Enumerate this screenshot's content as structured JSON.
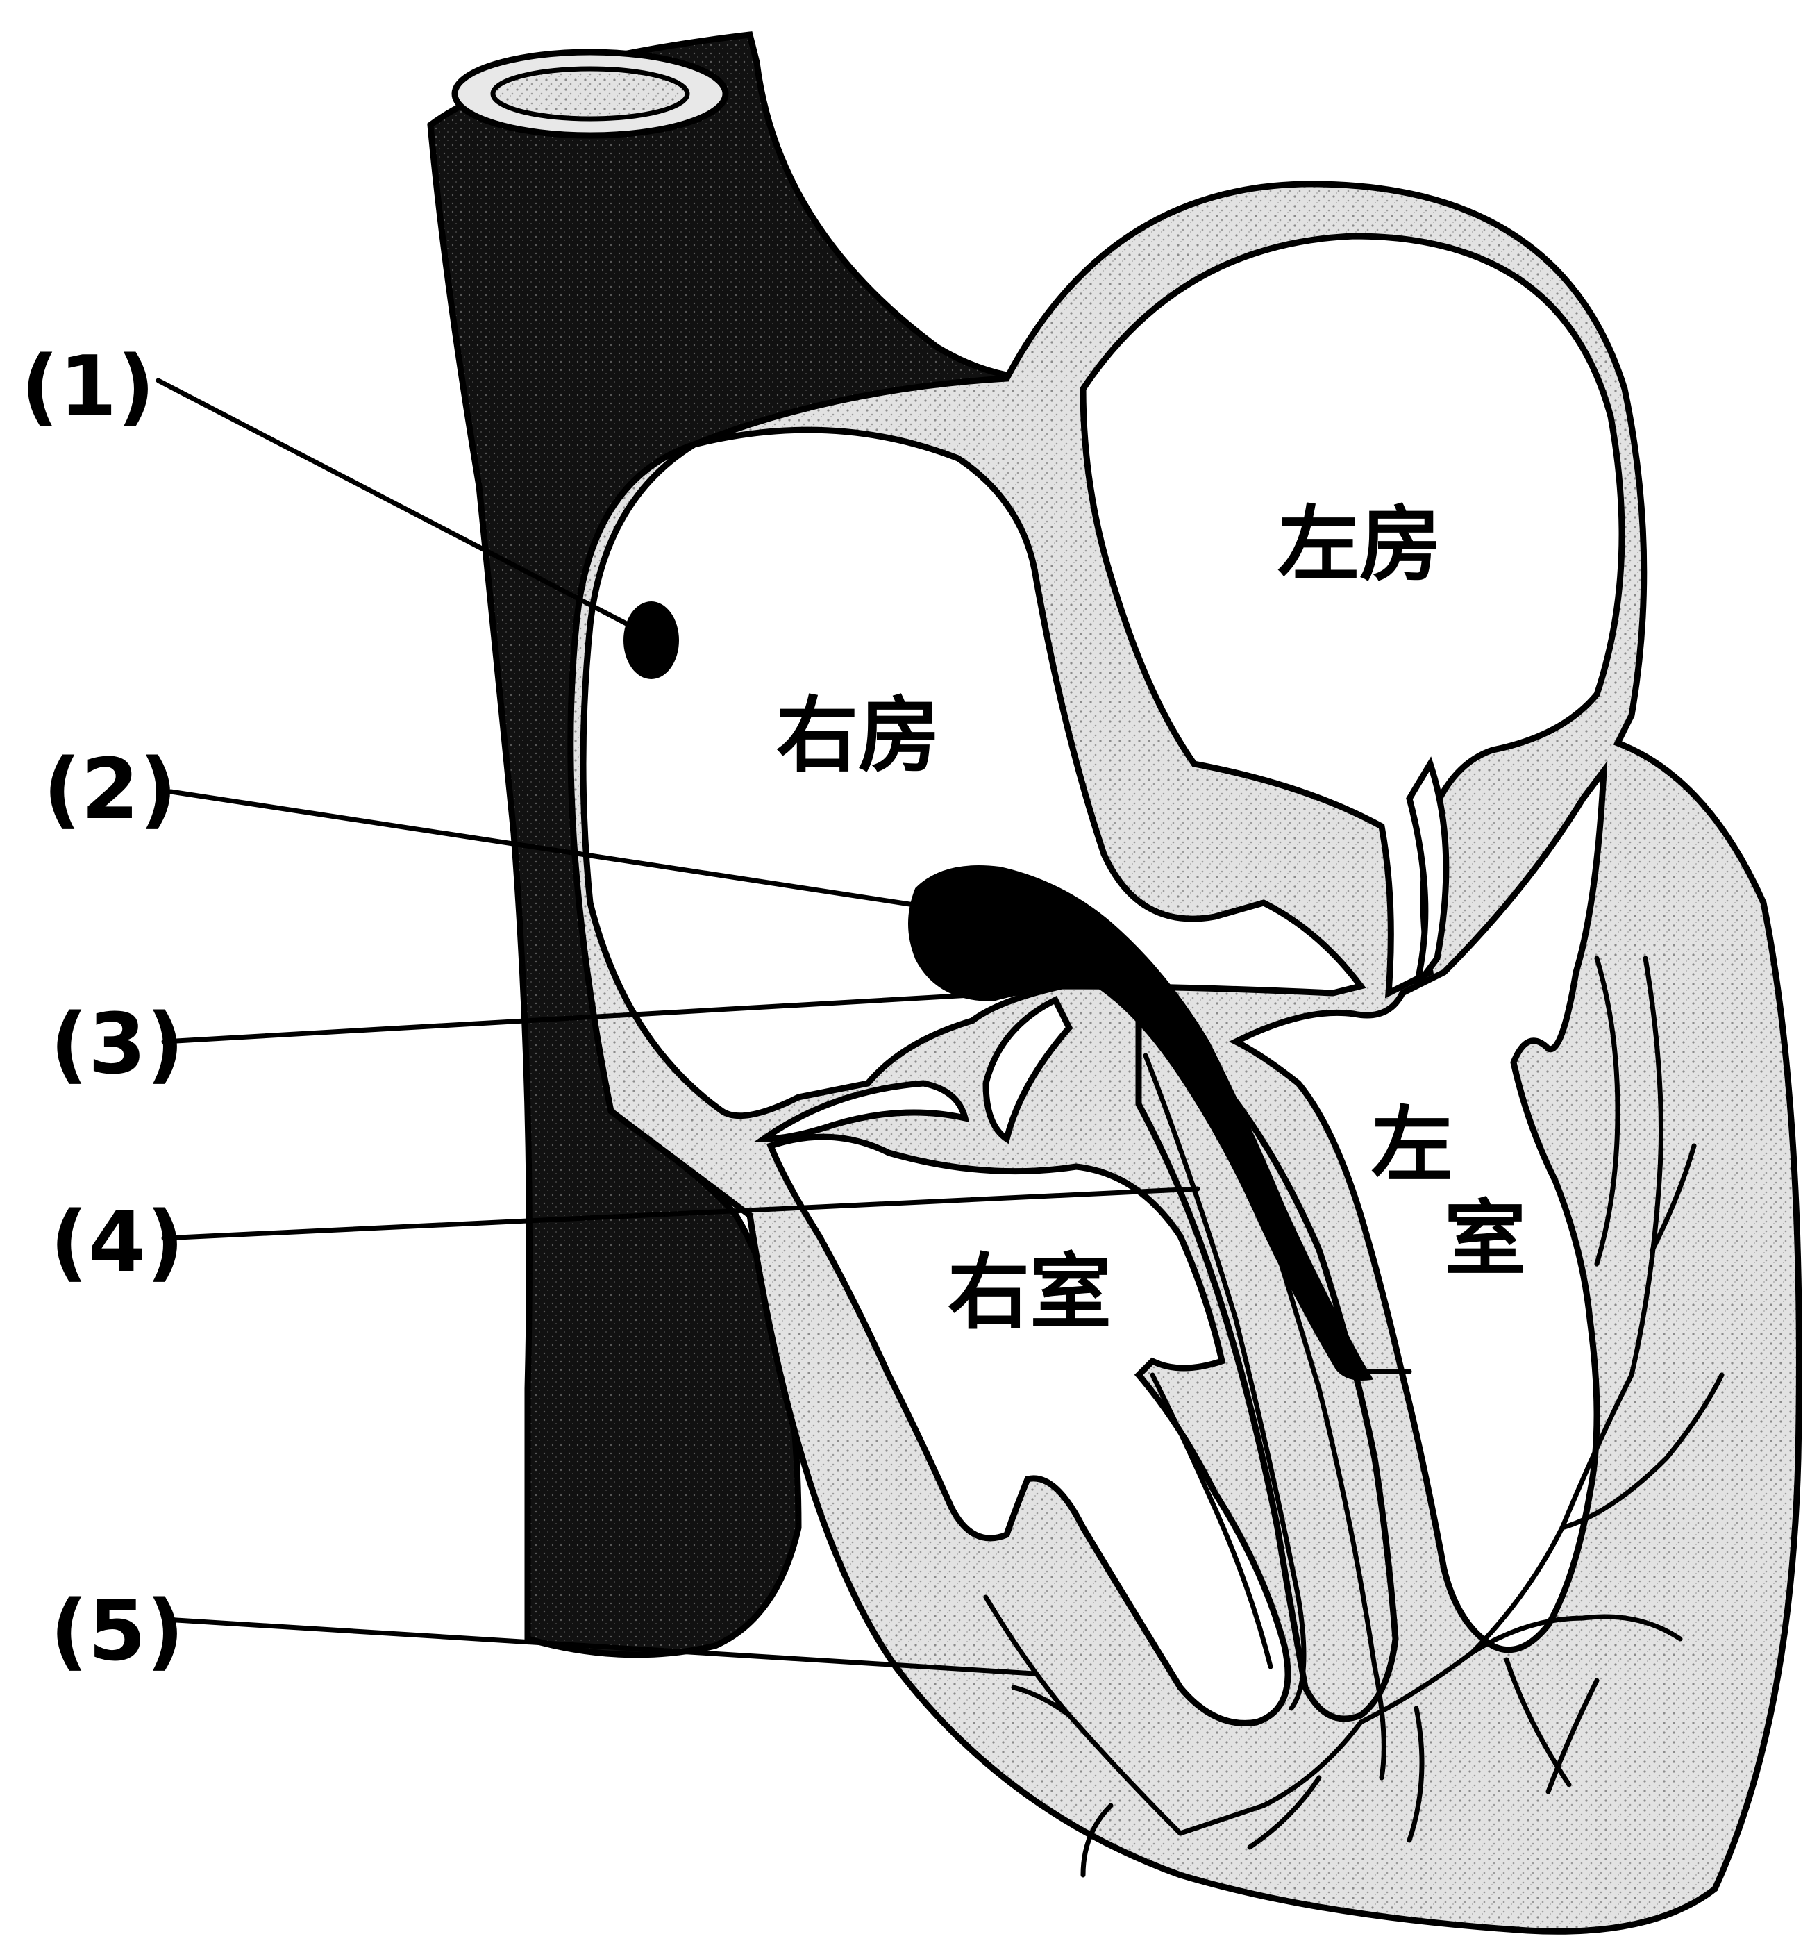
{
  "labels": {
    "n1": "(1)",
    "n2": "(2)",
    "n3": "(3)",
    "n4": "(4)",
    "n5": "(5)"
  },
  "chambers": {
    "left_atrium": "左房",
    "right_atrium": "右房",
    "right_ventricle": "右室",
    "left_ventricle_top": "左",
    "left_ventricle_bottom": "室"
  },
  "colors": {
    "ink": "#000000",
    "tissue": "#dcdcdc",
    "cavity": "#ffffff"
  }
}
